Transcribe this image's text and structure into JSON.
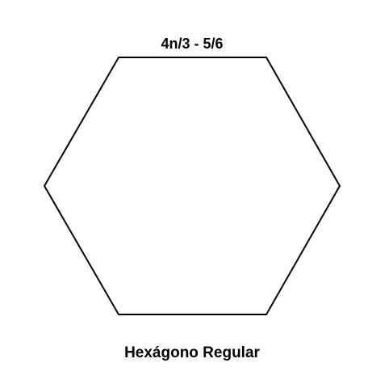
{
  "diagram": {
    "shape": "regular-hexagon",
    "top_side_label": "4n/3 - 5/6",
    "caption": "Hexágono Regular",
    "stroke_color": "#000000",
    "fill_color": "#ffffff",
    "background_color": "#ffffff"
  }
}
